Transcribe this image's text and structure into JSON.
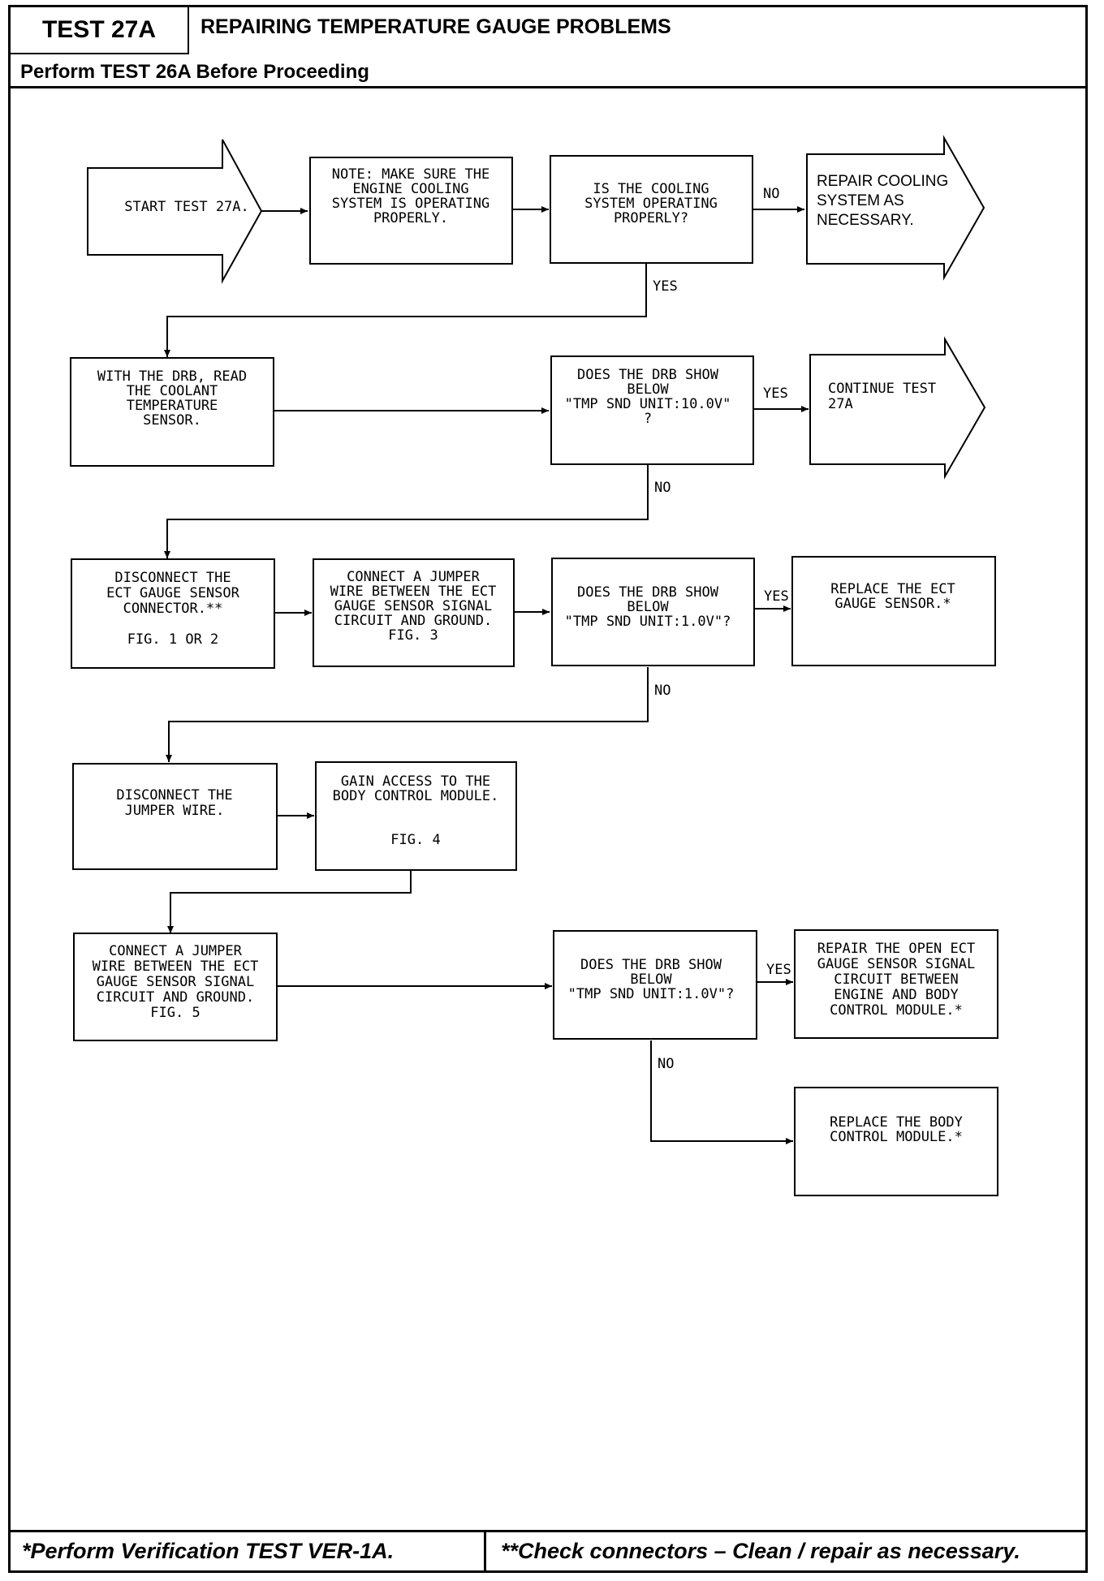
{
  "header": {
    "test_id": "TEST 27A",
    "title": "REPAIRING TEMPERATURE GAUGE PROBLEMS",
    "prerequisite": "Perform TEST 26A Before Proceeding"
  },
  "footer": {
    "left_note": "*Perform Verification TEST VER-1A.",
    "right_note": "**Check connectors – Clean / repair as necessary."
  },
  "flow": {
    "start": [
      "START TEST 27A."
    ],
    "note_cooling": [
      "NOTE:  MAKE SURE THE",
      "ENGINE COOLING",
      "SYSTEM IS OPERATING",
      "PROPERLY."
    ],
    "q_cooling": [
      "IS THE COOLING",
      "SYSTEM OPERATING",
      "PROPERLY?"
    ],
    "repair_cooling": [
      "REPAIR COOLING",
      "SYSTEM AS",
      "NECESSARY."
    ],
    "read_sensor": [
      "WITH THE DRB, READ",
      "THE COOLANT",
      "TEMPERATURE",
      "SENSOR."
    ],
    "q_10v": [
      "DOES THE DRB SHOW",
      "BELOW",
      "\"TMP SND UNIT:10.0V\"",
      "?"
    ],
    "continue_test": [
      "CONTINUE TEST",
      "27A"
    ],
    "disconnect_sensor": [
      "DISCONNECT THE",
      "ECT GAUGE SENSOR",
      "CONNECTOR.**",
      "",
      "FIG. 1 OR 2"
    ],
    "connect_jumper_1": [
      "CONNECT A JUMPER",
      "WIRE BETWEEN THE ECT",
      "GAUGE SENSOR SIGNAL",
      "CIRCUIT AND GROUND.",
      "FIG. 3"
    ],
    "q_1v_a": [
      "DOES THE DRB SHOW",
      "BELOW",
      "\"TMP SND UNIT:1.0V\"?"
    ],
    "replace_sensor": [
      "REPLACE THE ECT",
      "GAUGE SENSOR.*"
    ],
    "disconnect_jumper": [
      "DISCONNECT THE",
      "JUMPER WIRE."
    ],
    "access_bcm": [
      "GAIN ACCESS TO THE",
      "BODY CONTROL MODULE.",
      "",
      "",
      "FIG. 4"
    ],
    "connect_jumper_2": [
      "CONNECT A JUMPER",
      "WIRE BETWEEN THE ECT",
      "GAUGE SENSOR SIGNAL",
      "CIRCUIT AND GROUND.",
      "FIG. 5"
    ],
    "q_1v_b": [
      "DOES THE DRB SHOW",
      "BELOW",
      "\"TMP SND UNIT:1.0V\"?"
    ],
    "repair_open": [
      "REPAIR THE OPEN ECT",
      "GAUGE SENSOR SIGNAL",
      "CIRCUIT BETWEEN",
      "ENGINE AND BODY",
      "CONTROL MODULE.*"
    ],
    "replace_bcm": [
      "REPLACE THE BODY",
      "CONTROL MODULE.*"
    ],
    "labels": {
      "yes": "YES",
      "no": "NO"
    }
  }
}
